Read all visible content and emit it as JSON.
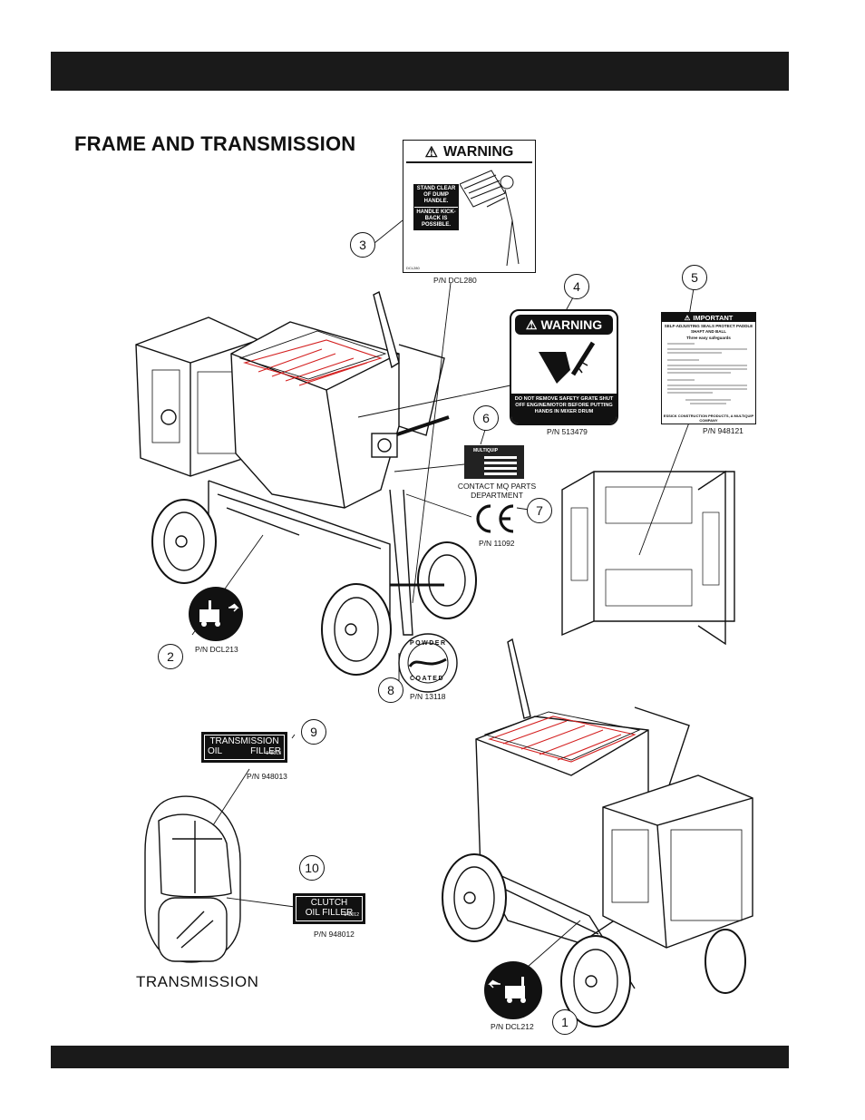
{
  "title": "FRAME AND TRANSMISSION",
  "transmission_label": "TRANSMISSION",
  "contact_text": "CONTACT MQ PARTS DEPARTMENT",
  "callouts": [
    "1",
    "2",
    "3",
    "4",
    "5",
    "6",
    "7",
    "8",
    "9",
    "10"
  ],
  "part_numbers": {
    "p1": "P/N DCL212",
    "p2": "P/N DCL213",
    "p3": "P/N DCL280",
    "p4": "P/N 513479",
    "p5": "P/N 948121",
    "p7": "P/N 11092",
    "p8": "P/N 13118",
    "p9": "P/N 948013",
    "p10": "P/N 948012"
  },
  "decal3": {
    "heading": "WARNING",
    "line1": "STAND CLEAR OF DUMP HANDLE.",
    "line2": "HANDLE KICK-BACK IS POSSIBLE.",
    "code": "DCL280"
  },
  "decal4": {
    "heading": "WARNING",
    "message": "DO NOT REMOVE SAFETY GRATE SHUT OFF ENGINE/MOTOR BEFORE PUTTING HANDS IN MIXER DRUM"
  },
  "decal5": {
    "heading": "IMPORTANT",
    "sub": "SELF-ADJUSTING SEALS PROTECT PADDLE SHAFT AND BALL",
    "sub2": "Three easy safeguards",
    "footer": "ESSICK CONSTRUCTION PRODUCTS, A MULTIQUIP COMPANY"
  },
  "decal6": {
    "brand": "MULTIQUIP"
  },
  "decal8": {
    "top": "POWDER",
    "bottom": "COATED"
  },
  "decal9": {
    "line1": "TRANSMISSION",
    "line2a": "OIL",
    "line2b": "FILLER",
    "code": "948013"
  },
  "decal10": {
    "line1": "CLUTCH",
    "line2": "OIL FILLER",
    "code": "948012"
  },
  "colors": {
    "bar": "#1a1a1a",
    "grate_red": "#d42020"
  }
}
